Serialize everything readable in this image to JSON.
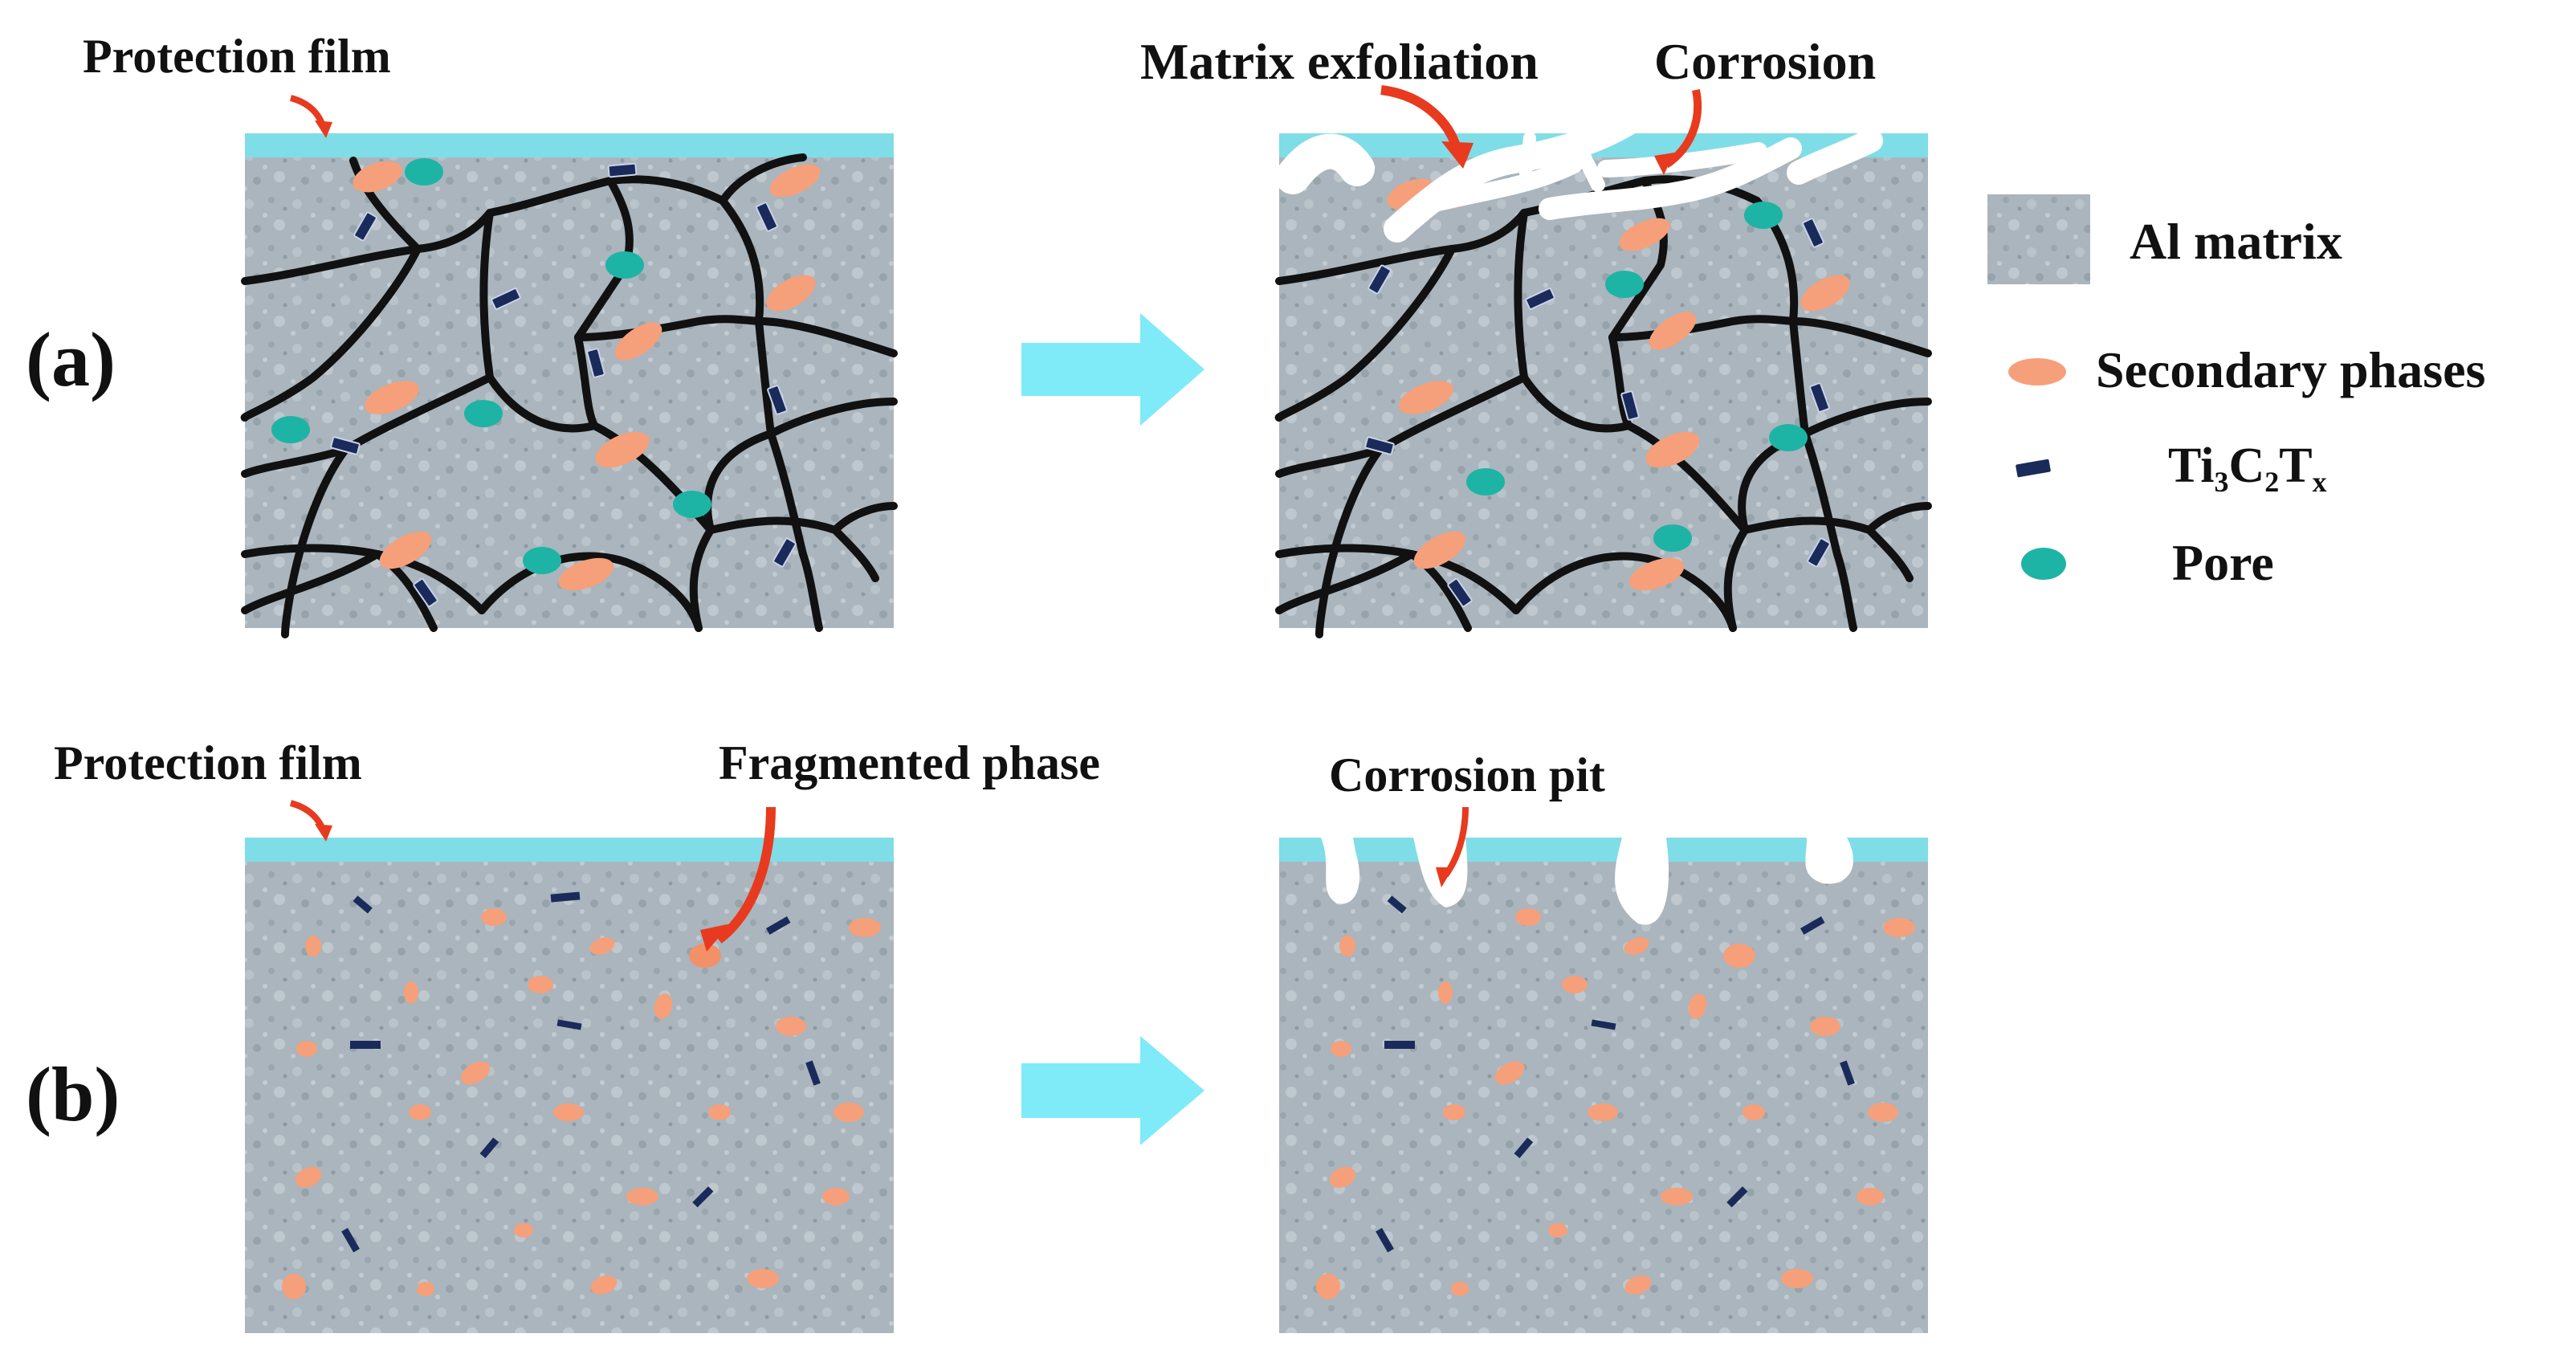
{
  "labels": {
    "panel_a": "(a)",
    "panel_b": "(b)",
    "protection_film_a": "Protection film",
    "protection_film_b": "Protection film",
    "matrix_exfoliation": "Matrix exfoliation",
    "corrosion": "Corrosion",
    "fragmented_phase": "Fragmented phase",
    "corrosion_pit": "Corrosion pit"
  },
  "legend": {
    "al_matrix": "Al matrix",
    "secondary_phases": "Secondary phases",
    "ti3c2tx": {
      "base1": "Ti",
      "sub1": "3",
      "base2": "C",
      "sub2": "2",
      "base3": "T",
      "sub3": "x"
    },
    "pore": "Pore"
  },
  "colors": {
    "matrix": "#a9b4bc",
    "film": "#7fdde7",
    "secondary_phase": "#f5a07a",
    "pore": "#1db4a6",
    "mxene": "#1a2a5a",
    "grain_boundary": "#111111",
    "arrow_big": "#7feaf8",
    "arrow_callout": "#e83a1e",
    "corrosion_white": "#ffffff"
  }
}
